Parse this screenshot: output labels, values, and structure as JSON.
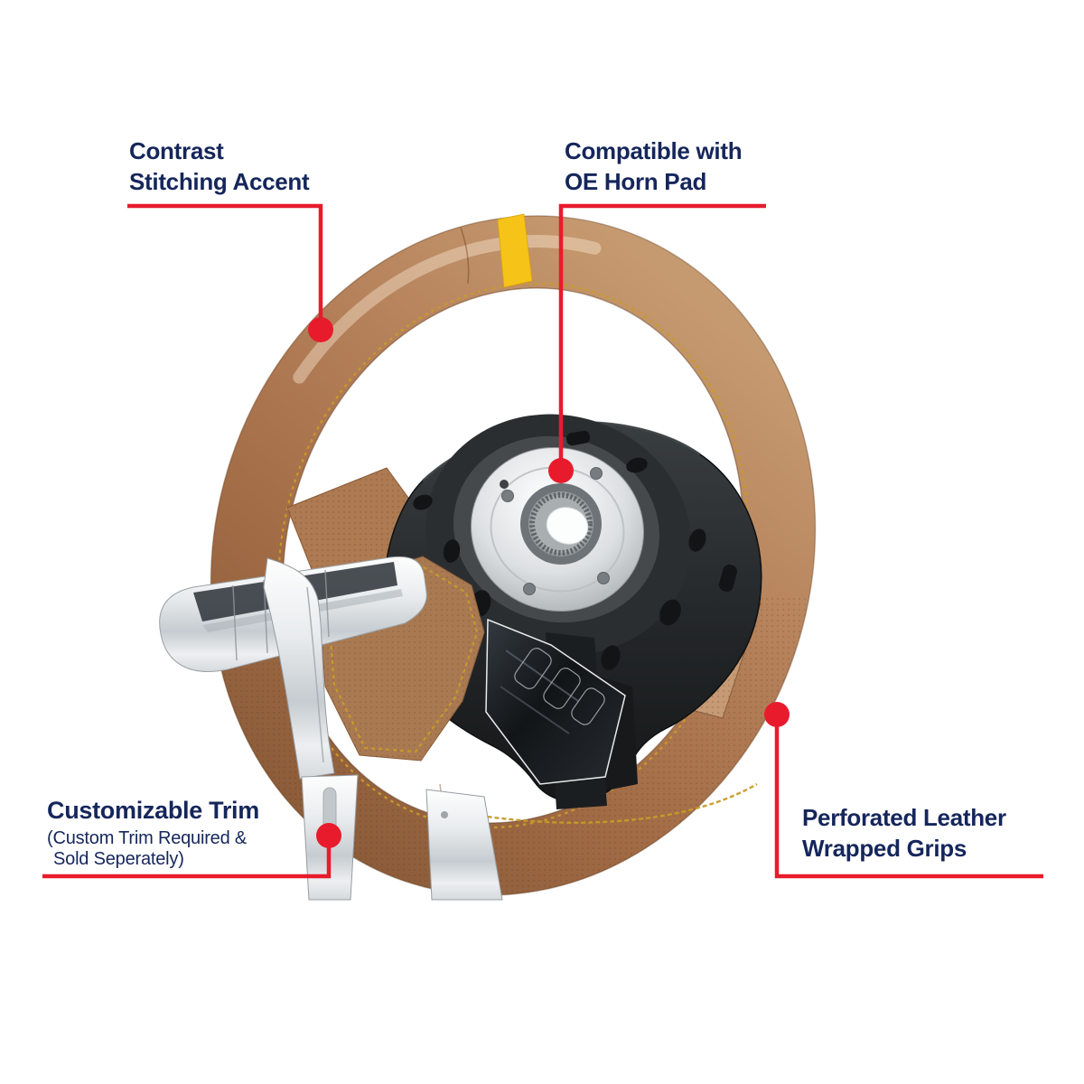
{
  "colors": {
    "accent_red": "#e81b2d",
    "label_navy": "#15265b",
    "leather_tan": "#b07c52",
    "leather_shadow": "#8a5c39",
    "stripe_yellow": "#f6c318",
    "stitch_gold": "#c79b28",
    "chrome_silver": "#e9ecee",
    "armature_black": "#232628",
    "background": "#ffffff"
  },
  "callouts": {
    "contrast_stitching": {
      "line1": "Contrast",
      "line2": "Stitching Accent"
    },
    "horn_pad": {
      "line1": "Compatible with",
      "line2": "OE Horn Pad"
    },
    "customizable_trim": {
      "title": "Customizable Trim",
      "note_line1": "(Custom Trim Required &",
      "note_line2": "Sold Seperately)"
    },
    "perforated_grips": {
      "line1": "Perforated Leather",
      "line2": "Wrapped Grips"
    }
  }
}
